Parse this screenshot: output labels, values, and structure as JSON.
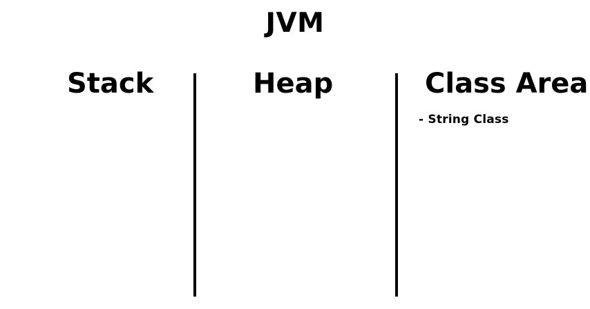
{
  "diagram": {
    "title": "JVM",
    "background_color": "#ffffff",
    "text_color": "#000000",
    "divider_color": "#000000",
    "columns": [
      {
        "name": "stack",
        "header": "Stack",
        "items": []
      },
      {
        "name": "heap",
        "header": "Heap",
        "items": []
      },
      {
        "name": "class-area",
        "header": "Class Area",
        "items": [
          {
            "label": "- String Class"
          }
        ]
      }
    ]
  }
}
